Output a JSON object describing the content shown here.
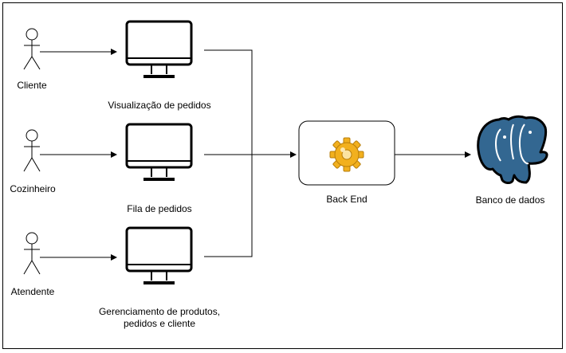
{
  "actors": [
    {
      "label": "Cliente"
    },
    {
      "label": "Cozinheiro"
    },
    {
      "label": "Atendente"
    }
  ],
  "screens": [
    {
      "label": "Visualização de pedidos"
    },
    {
      "label": "Fila de pedidos"
    },
    {
      "label_line1": "Gerenciamento de produtos,",
      "label_line2": "pedidos e cliente"
    }
  ],
  "backend": {
    "label": "Back End",
    "icon": "gear-icon"
  },
  "database": {
    "label": "Banco de dados",
    "icon": "postgresql-elephant-icon",
    "color": "#336791"
  },
  "colors": {
    "stroke": "#000000",
    "gear": "#f2b01e",
    "db": "#336791"
  }
}
